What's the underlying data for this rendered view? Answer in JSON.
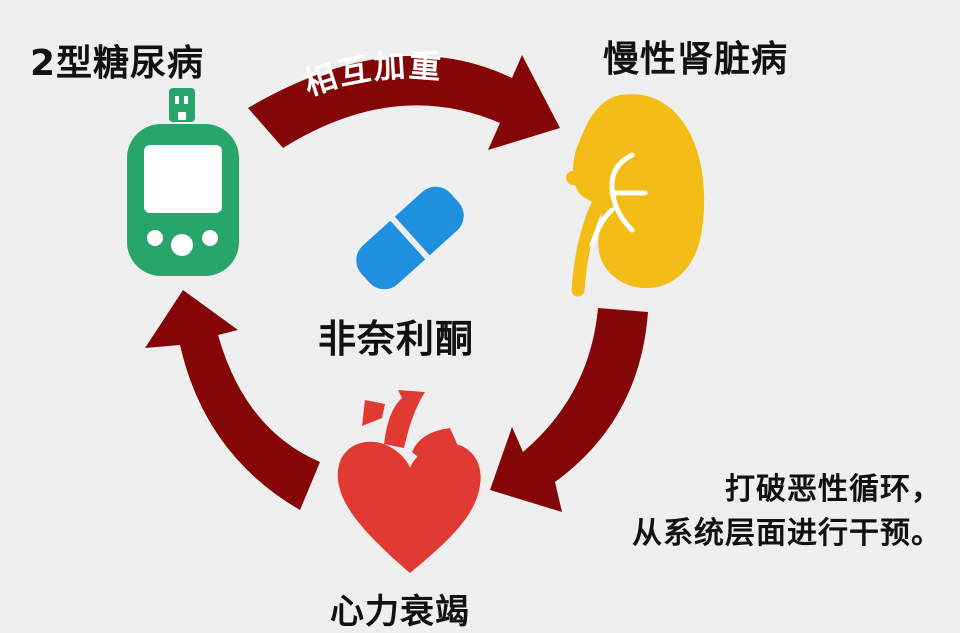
{
  "nodes": {
    "type2_diabetes": {
      "label": "2型糖尿病",
      "icon": "glucose-meter-icon",
      "color": "#27a56b"
    },
    "ckd": {
      "label": "慢性肾脏病",
      "icon": "kidney-icon",
      "color": "#f3bc16"
    },
    "heart_failure": {
      "label": "心力衰竭",
      "icon": "heart-icon",
      "color": "#e03a33"
    }
  },
  "center": {
    "label": "非奈利酮",
    "icon": "pill-icon",
    "color": "#1f8fe0"
  },
  "cycle": {
    "arrow_color": "#850606",
    "top_arrow_label": "相互加重"
  },
  "message": {
    "line1": "打破恶性循环，",
    "line2": "从系统层面进行干预。"
  }
}
